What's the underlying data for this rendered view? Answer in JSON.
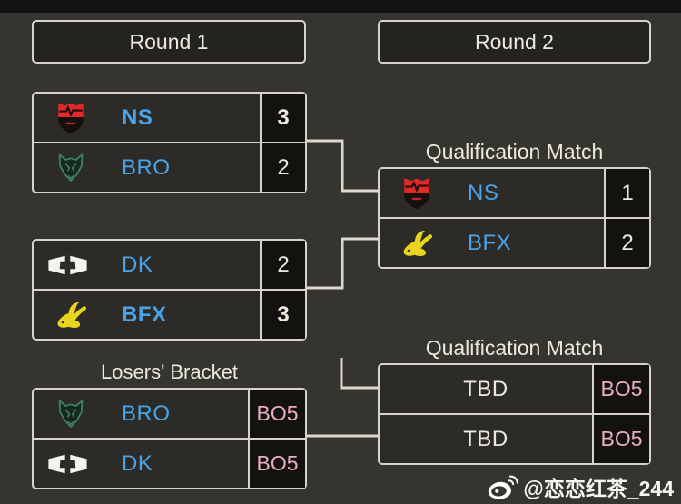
{
  "headers": {
    "round1": "Round 1",
    "round2": "Round 2"
  },
  "labels": {
    "qual1": "Qualification Match",
    "qual2": "Qualification Match",
    "losers": "Losers' Bracket"
  },
  "bracket": {
    "r1m1": {
      "team1": {
        "name": "NS",
        "score": "3"
      },
      "team2": {
        "name": "BRO",
        "score": "2"
      }
    },
    "r1m2": {
      "team1": {
        "name": "DK",
        "score": "2"
      },
      "team2": {
        "name": "BFX",
        "score": "3"
      }
    },
    "losers": {
      "team1": {
        "name": "BRO",
        "score": "BO5"
      },
      "team2": {
        "name": "DK",
        "score": "BO5"
      }
    },
    "qual1": {
      "team1": {
        "name": "NS",
        "score": "1"
      },
      "team2": {
        "name": "BFX",
        "score": "2"
      }
    },
    "qual2": {
      "team1": {
        "name": "TBD",
        "score": "BO5"
      },
      "team2": {
        "name": "TBD",
        "score": "BO5"
      }
    }
  },
  "icons": {
    "ns": "ns-redforce-logo",
    "bro": "brion-logo",
    "dk": "dplus-kia-logo",
    "bfx": "bnk-fearx-logo",
    "weibo": "weibo-logo"
  },
  "watermark": {
    "text": "@恋恋红茶_244"
  },
  "colors": {
    "background": "#35342f",
    "top_bar": "#121212",
    "panel": "#2c2b28",
    "score_cell": "#13120f",
    "border": "#d6d4c8",
    "team_blue": "#4aa3e8",
    "text_cream": "#eceadd",
    "bo5_pink": "#eaadc3"
  }
}
